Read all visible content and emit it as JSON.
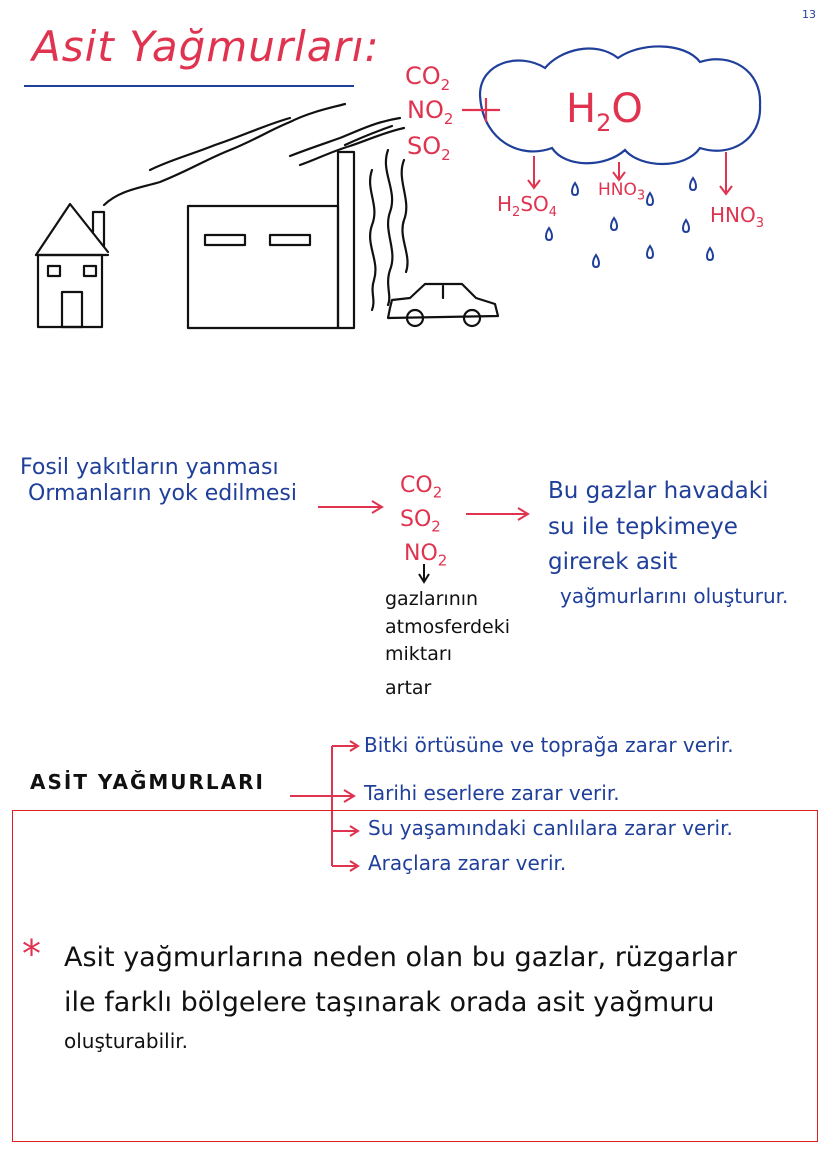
{
  "page_number": "13",
  "title": "Asit Yağmurları:",
  "diagram": {
    "gases": [
      {
        "base": "CO",
        "sub": "2"
      },
      {
        "base": "NO",
        "sub": "2"
      },
      {
        "base": "SO",
        "sub": "2"
      }
    ],
    "plus": "+",
    "cloud": {
      "base": "H",
      "sub": "2",
      "tail": "O"
    },
    "acids": {
      "left": {
        "p1": "H",
        "s1": "2",
        "p2": "SO",
        "s2": "4"
      },
      "middle": {
        "base": "HNO",
        "sub": "3"
      },
      "right": {
        "base": "HNO",
        "sub": "3"
      }
    }
  },
  "flow": {
    "causes": [
      "Fosil yakıtların yanması",
      "Ormanların yok edilmesi"
    ],
    "gases": [
      {
        "base": "CO",
        "sub": "2"
      },
      {
        "base": "SO",
        "sub": "2"
      },
      {
        "base": "NO",
        "sub": "2"
      }
    ],
    "gas_increase": [
      "gazlarının",
      "atmosferdeki",
      "miktarı",
      "artar"
    ],
    "result": [
      "Bu gazlar havadaki",
      "su ile tepkimeye",
      "girerek asit",
      "yağmurlarını oluşturur."
    ]
  },
  "effects": {
    "label": "ASİT YAĞMURLARI",
    "items": [
      "Bitki örtüsüne ve toprağa zarar verir.",
      "Tarihi eserlere zarar verir.",
      "Su yaşamındaki canlılara zarar verir.",
      "Araçlara zarar verir."
    ]
  },
  "note": {
    "star": "*",
    "lines": [
      "Asit yağmurlarına neden olan bu gazlar, rüzgarlar",
      "ile farklı bölgelere taşınarak orada asit yağmuru",
      "oluşturabilir."
    ]
  },
  "colors": {
    "accent_red": "#e0334f",
    "ink_blue": "#1f3f9a",
    "ink_black": "#111111",
    "box_red": "#e02020"
  }
}
